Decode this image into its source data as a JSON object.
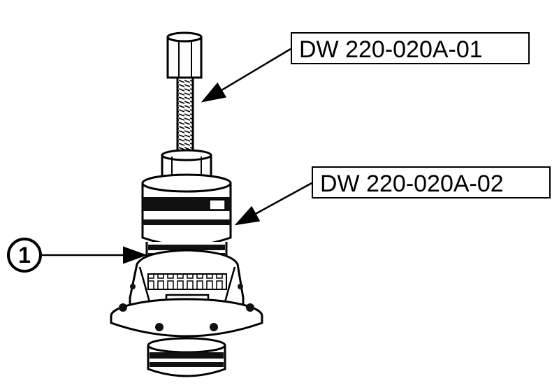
{
  "labels": {
    "tool_1": "DW 220-020A-01",
    "tool_2": "DW 220-020A-02"
  },
  "callout": {
    "number": "1"
  }
}
